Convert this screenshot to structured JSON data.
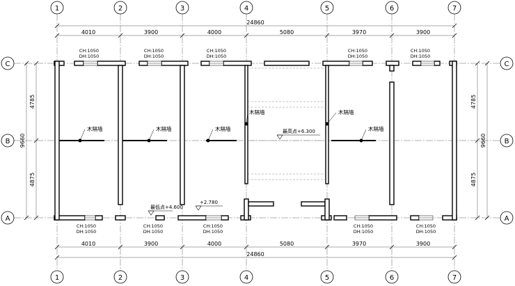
{
  "drawing": {
    "x_axes": [
      {
        "label": "1",
        "pos": 0
      },
      {
        "label": "2",
        "pos": 4010
      },
      {
        "label": "3",
        "pos": 7910
      },
      {
        "label": "4",
        "pos": 11910
      },
      {
        "label": "5",
        "pos": 16990
      },
      {
        "label": "6",
        "pos": 20960
      },
      {
        "label": "7",
        "pos": 24860
      }
    ],
    "y_axes": [
      {
        "label": "C",
        "pos": 9660
      },
      {
        "label": "B",
        "pos": 4875
      },
      {
        "label": "A",
        "pos": 0
      }
    ],
    "top_dimensions": {
      "spans": [
        "4010",
        "3900",
        "4000",
        "5080",
        "3970",
        "3900"
      ],
      "total": "24860"
    },
    "bottom_dimensions": {
      "spans": [
        "4010",
        "3900",
        "4000",
        "5080",
        "3970",
        "3900"
      ],
      "total": "24860"
    },
    "left_dimensions": {
      "spans": [
        "4785",
        "4875"
      ],
      "total": "9660"
    },
    "right_dimensions": {
      "spans": [
        "4785",
        "4875"
      ],
      "total": "9660"
    },
    "window_tags_top": [
      {
        "ch": "CH:1050",
        "dh": "DH:1050"
      },
      {
        "ch": "CH:1050",
        "dh": "DH:1050"
      },
      {
        "ch": "CH:1050",
        "dh": "DH:1050"
      },
      {
        "ch": "CH:1050",
        "dh": "DH:1050"
      },
      {
        "ch": "CH:1050",
        "dh": "DH:1050"
      }
    ],
    "window_tags_bottom": [
      {
        "ch": "CH:1050",
        "dh": "DH:1050"
      },
      {
        "ch": "CH:1050",
        "dh": "DH:1050"
      },
      {
        "ch": "CH:1050",
        "dh": "DH:1050"
      },
      {
        "ch": "CH:1050",
        "dh": "DH:1050"
      },
      {
        "ch": "CH:1050",
        "dh": "DH:1050"
      }
    ],
    "partition_notes": [
      "木隔墙",
      "木隔墙",
      "木隔墙",
      "木隔墙",
      "木隔墙",
      "木隔墙"
    ],
    "elevations": {
      "center_high": "最高点+6.300",
      "low_mark": "最低点+4.600",
      "floor_mark": "+2.780"
    }
  }
}
